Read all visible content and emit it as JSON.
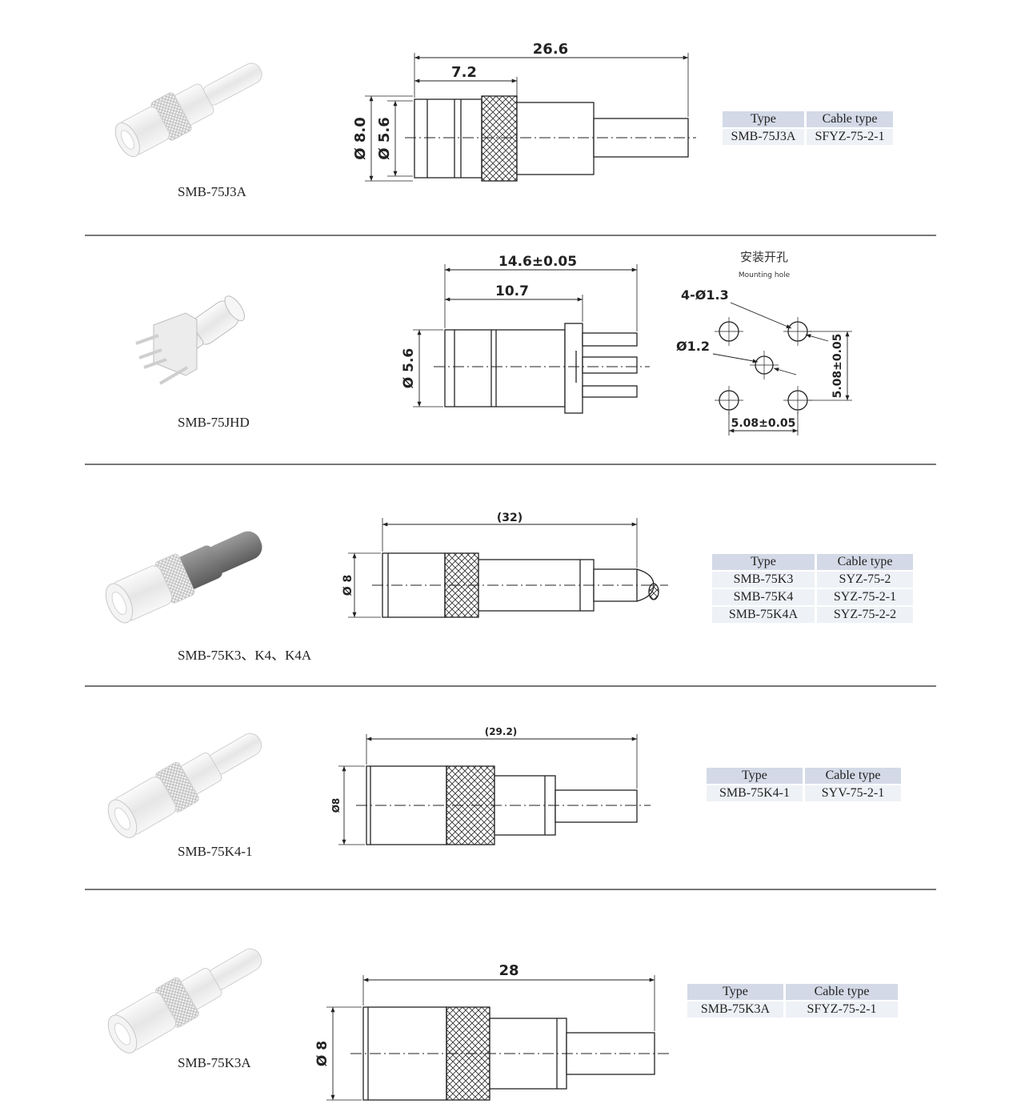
{
  "table_headers": {
    "type": "Type",
    "cable": "Cable type"
  },
  "sections": [
    {
      "caption": "SMB-75J3A",
      "dims": {
        "overall": "26.6",
        "front": "7.2",
        "dia_outer": "Ø 8.0",
        "dia_inner": "Ø 5.6"
      },
      "rows": [
        {
          "type": "SMB-75J3A",
          "cable": "SFYZ-75-2-1"
        }
      ]
    },
    {
      "caption": "SMB-75JHD",
      "dims": {
        "overall": "14.6±0.05",
        "front": "10.7",
        "dia": "Ø 5.6"
      },
      "mounting": {
        "title_cn": "安装开孔",
        "title_en": "Mounting hole",
        "holes": "4-Ø1.3",
        "center": "Ø1.2",
        "pitch_v": "5.08±0.05",
        "pitch_h": "5.08±0.05"
      }
    },
    {
      "caption": "SMB-75K3、K4、K4A",
      "dims": {
        "overall": "(32)",
        "dia": "Ø 8"
      },
      "rows": [
        {
          "type": "SMB-75K3",
          "cable": "SYZ-75-2"
        },
        {
          "type": "SMB-75K4",
          "cable": "SYZ-75-2-1"
        },
        {
          "type": "SMB-75K4A",
          "cable": "SYZ-75-2-2"
        }
      ]
    },
    {
      "caption": "SMB-75K4-1",
      "dims": {
        "overall": "(29.2)",
        "dia": "Ø8"
      },
      "rows": [
        {
          "type": "SMB-75K4-1",
          "cable": "SYV-75-2-1"
        }
      ]
    },
    {
      "caption": "SMB-75K3A",
      "dims": {
        "overall": "28",
        "dia": "Ø 8"
      },
      "rows": [
        {
          "type": "SMB-75K3A",
          "cable": "SFYZ-75-2-1"
        }
      ]
    }
  ]
}
